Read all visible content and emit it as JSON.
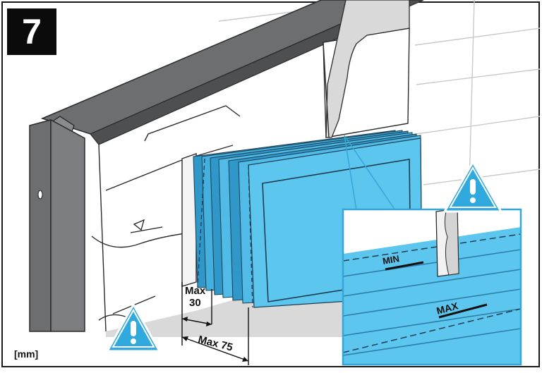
{
  "step": {
    "number": "7"
  },
  "dimensions": {
    "max_a_line1": "Max",
    "max_a_line2": "30",
    "max_b": "Max 75",
    "unit": "[mm]"
  },
  "detail": {
    "min_label": "MIN",
    "max_label": "MAX"
  },
  "colors": {
    "insulation_blue": "#5cc6ee",
    "frame_gray": "#6d6e70",
    "warning_blue": "#30a9de",
    "detail_border": "#36a6d8",
    "badge": "#0b0b0b"
  },
  "icons": [
    "warning-triangle-icon",
    "warning-triangle-icon"
  ]
}
